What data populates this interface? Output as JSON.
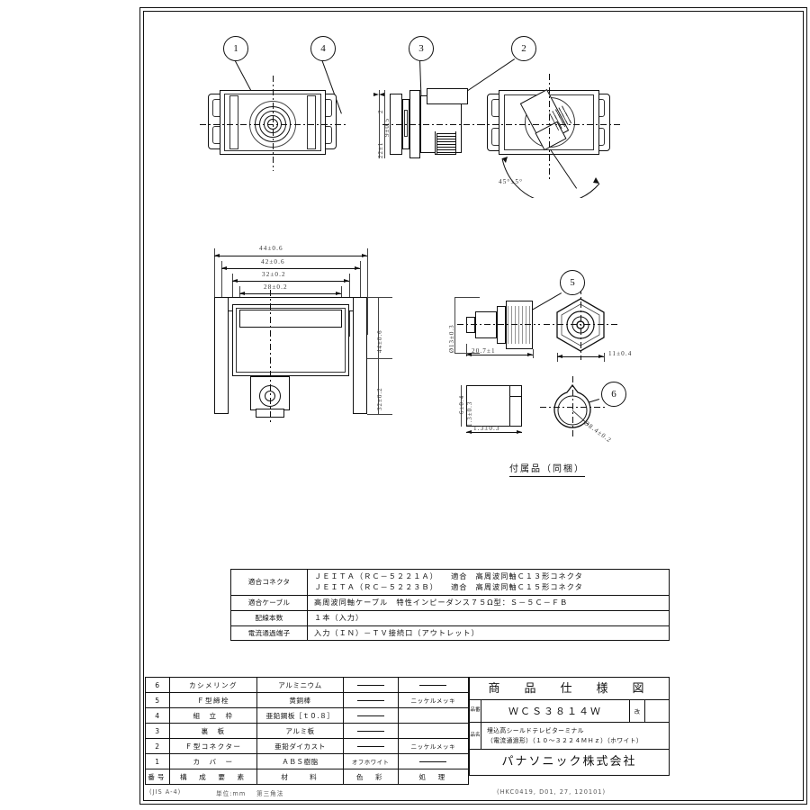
{
  "sheet": {
    "frame_label": "drawing-sheet",
    "footer_left": "(JIS A-4)",
    "footer_unit": "単位:mm",
    "footer_projection": "第三角法",
    "footer_right": "(HKC0419, D01, 27, 120101)"
  },
  "views": {
    "front": {
      "name": "front-view",
      "balloons": [
        "1",
        "4"
      ]
    },
    "side": {
      "name": "side-view",
      "balloons": [
        "3",
        "2"
      ]
    },
    "rear": {
      "name": "rear-view",
      "angle_dim": "45°±5°"
    },
    "section": {
      "name": "section-view"
    },
    "accessory_caption": "付属品（同梱）"
  },
  "dimensions": {
    "width_outer": "44±0.6",
    "width_cover": "42±0.6",
    "width_frame": "32±0.2",
    "width_inner": "28±0.2",
    "height_outer": "44±0.6",
    "height_inner": "32±0.2",
    "depth_top": "2",
    "depth_mid": "9±0.5",
    "depth_bot": "22±1",
    "acc_diameter": "Ø13±0.3",
    "acc_length": "20.7±1",
    "acc_across_flats": "11±0.4",
    "acc_h1": "6±0.4",
    "acc_h2": "1.3±0.3",
    "acc_ring_dia": "Ø8.4±0.2"
  },
  "spec_table": {
    "name": "specification-table",
    "rows": [
      {
        "key": "適合コネクタ",
        "value_line1": "ＪＥＩＴＡ（ＲＣ－５２２１Ａ）　　適合　高周波同軸Ｃ１３形コネクタ",
        "value_line2": "ＪＥＩＴＡ（ＲＣ－５２２３Ｂ）　　適合　高周波同軸Ｃ１５形コネクタ"
      },
      {
        "key": "適合ケーブル",
        "value_line1": "高周波同軸ケーブル　特性インピーダンス７５Ω型：Ｓ－５Ｃ－ＦＢ",
        "value_line2": ""
      },
      {
        "key": "配線本数",
        "value_line1": "１本（入力）",
        "value_line2": ""
      },
      {
        "key": "電流通過端子",
        "value_line1": "入力（ＩＮ）－ＴＶ接続口（アウトレット）",
        "value_line2": ""
      }
    ]
  },
  "parts_list": {
    "name": "parts-list-table",
    "headers": {
      "no": "番号",
      "component": "構　成　要　素",
      "material": "材　　料",
      "color": "色　彩",
      "treatment": "処　理"
    },
    "rows": [
      {
        "no": "6",
        "component": "カシメリング",
        "material": "アルミニウム",
        "color": "—",
        "treatment": "—"
      },
      {
        "no": "5",
        "component": "Ｆ型締栓",
        "material": "黄銅棒",
        "color": "—",
        "treatment": "ニッケルメッキ"
      },
      {
        "no": "4",
        "component": "組　立　枠",
        "material": "亜鉛鋼板［ｔ０.８］",
        "color": "—",
        "treatment": ""
      },
      {
        "no": "3",
        "component": "裏　板",
        "material": "アルミ板",
        "color": "—",
        "treatment": ""
      },
      {
        "no": "2",
        "component": "Ｆ型コネクター",
        "material": "亜鉛ダイカスト",
        "color": "—",
        "treatment": "ニッケルメッキ"
      },
      {
        "no": "1",
        "component": "カ　バ　ー",
        "material": "ＡＢＳ樹脂",
        "color": "オフホワイト",
        "treatment": "—"
      }
    ]
  },
  "title_block": {
    "name": "title-block",
    "title": "商　品　仕　様　図",
    "code_label": "品番",
    "code_value": "ＷＣＳ３８１４Ｗ",
    "revision_label": "改",
    "revision_value": "",
    "name_label": "品名",
    "product_line1": "埋込高シールドテレビターミナル",
    "product_line2": "（電流通過形）（１０～３２２４ＭＨｚ）（ホワイト）",
    "maker": "パナソニック株式会社"
  },
  "colors": {
    "line": "#111111",
    "dim_text": "#333333",
    "background": "#ffffff"
  }
}
